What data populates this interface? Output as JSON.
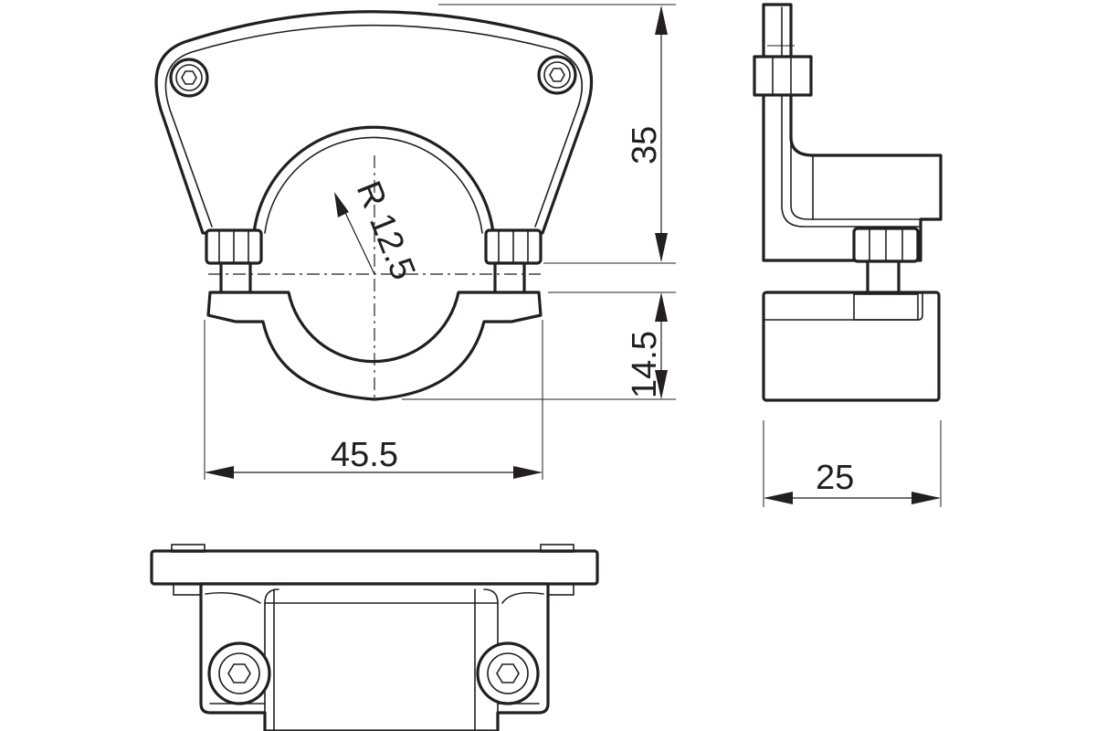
{
  "drawing": {
    "dimensions": {
      "width_front": "45.5",
      "height_top": "35",
      "height_bottom": "14.5",
      "radius": "R 12.5",
      "side_depth": "25"
    },
    "colors": {
      "line": "#231f20",
      "background": "#ffffff"
    }
  }
}
